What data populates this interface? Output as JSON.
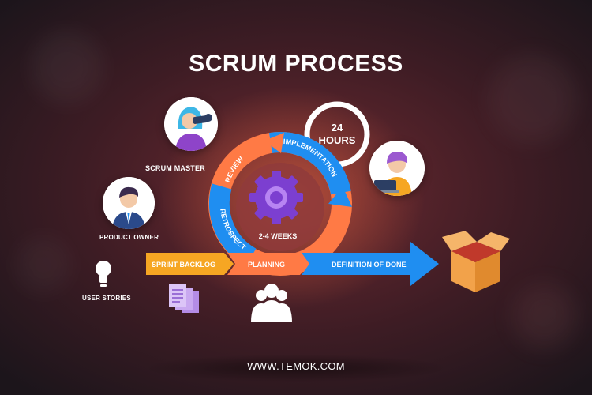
{
  "title": "SCRUM PROCESS",
  "roles": {
    "scrum_master": "SCRUM MASTER",
    "product_owner": "PRODUCT OWNER",
    "user_stories": "USER STORIES"
  },
  "cycle": {
    "review": "REVIEW",
    "implementation": "IMPLEMENTATION",
    "retrospect": "RETROSPECT",
    "sprint_length": "2-4 WEEKS",
    "daily_line1": "24",
    "daily_line2": "HOURS"
  },
  "flow": {
    "sprint_backlog": "SPRINT BACKLOG",
    "planning": "PLANNING",
    "definition_of_done": "DEFINITION OF DONE"
  },
  "footer": "WWW.TEMOK.COM",
  "colors": {
    "orange": "#ff7a45",
    "blue": "#1f8ef1",
    "amber": "#f6a623",
    "gear": "#7c3fd0",
    "box": "#f2a24a"
  },
  "icons": [
    "gear-icon",
    "lightbulb-icon",
    "documents-icon",
    "team-icon",
    "box-icon",
    "telescope-icon",
    "laptop-icon"
  ]
}
